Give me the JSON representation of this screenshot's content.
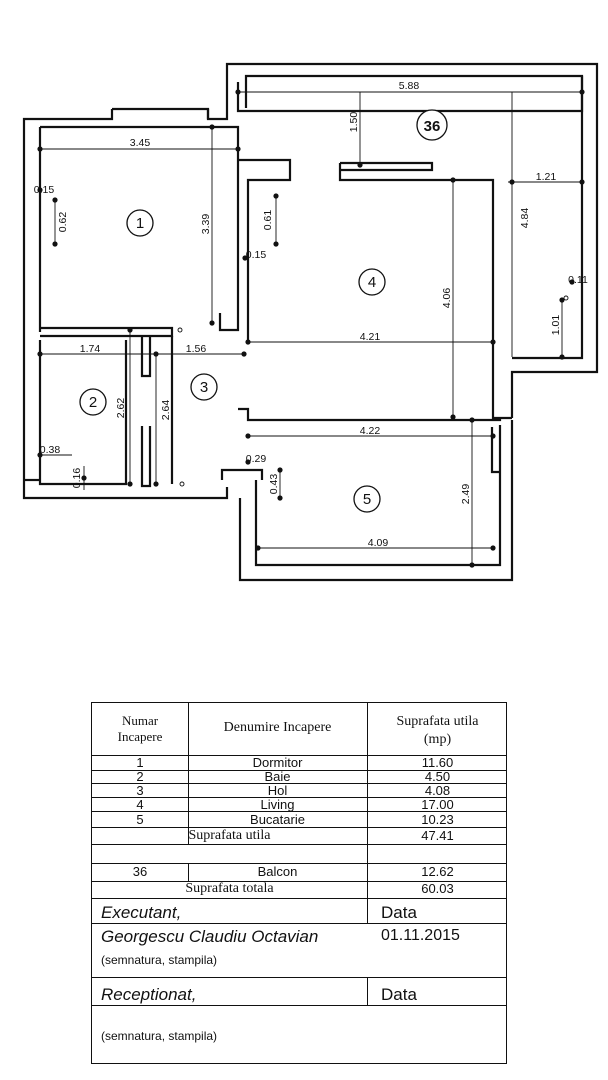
{
  "plan": {
    "room_numbers": [
      "1",
      "2",
      "3",
      "4",
      "5",
      "36"
    ],
    "dimensions": {
      "d_3_45": "3.45",
      "d_5_88": "5.88",
      "d_1_50": "1.50",
      "d_1_21": "1.21",
      "d_4_84": "4.84",
      "d_0_15_a": "0.15",
      "d_0_62": "0.62",
      "d_3_39": "3.39",
      "d_0_61": "0.61",
      "d_0_15_b": "0.15",
      "d_4_06": "4.06",
      "d_0_11": "0.11",
      "d_1_01": "1.01",
      "d_1_74": "1.74",
      "d_1_56": "1.56",
      "d_4_21": "4.21",
      "d_2_62": "2.62",
      "d_2_64": "2.64",
      "d_0_38": "0.38",
      "d_0_16": "0.16",
      "d_4_22": "4.22",
      "d_0_29": "0.29",
      "d_0_43": "0.43",
      "d_2_49": "2.49",
      "d_4_09": "4.09"
    }
  },
  "table": {
    "headers": {
      "numar": [
        "Numar",
        "Incapere"
      ],
      "denumire": "Denumire Incapere",
      "suprafata": [
        "Suprafata utila",
        "(mp)"
      ]
    },
    "rows": [
      {
        "nr": "1",
        "name": "Dormitor",
        "area": "11.60"
      },
      {
        "nr": "2",
        "name": "Baie",
        "area": "4.50"
      },
      {
        "nr": "3",
        "name": "Hol",
        "area": "4.08"
      },
      {
        "nr": "4",
        "name": "Living",
        "area": "17.00"
      },
      {
        "nr": "5",
        "name": "Bucatarie",
        "area": "10.23"
      }
    ],
    "suprafata_utila": {
      "label": "Suprafata utila",
      "value": "47.41"
    },
    "balcon": {
      "nr": "36",
      "name": "Balcon",
      "area": "12.62"
    },
    "suprafata_totala": {
      "label": "Suprafata totala",
      "value": "60.03"
    },
    "executant": {
      "label": "Executant,",
      "date_label": "Data",
      "name": "Georgescu Claudiu Octavian",
      "date": "01.11.2015",
      "signature_note": "(semnatura, stampila)"
    },
    "receptionat": {
      "label": "Receptionat,",
      "date_label": "Data",
      "signature_note": "(semnatura, stampila)"
    }
  }
}
